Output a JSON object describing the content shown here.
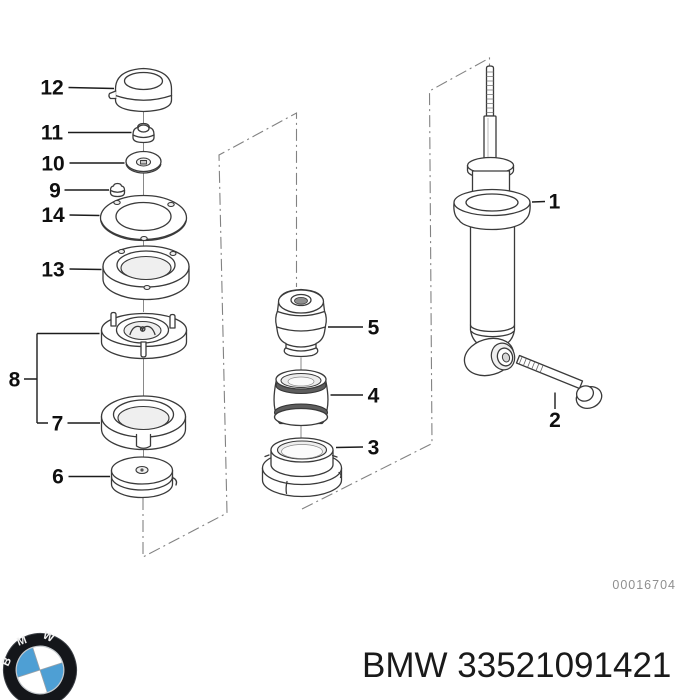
{
  "diagram": {
    "callouts": [
      {
        "label": "12"
      },
      {
        "label": "11"
      },
      {
        "label": "10"
      },
      {
        "label": "9"
      },
      {
        "label": "14"
      },
      {
        "label": "13"
      },
      {
        "label": "8"
      },
      {
        "label": "7"
      },
      {
        "label": "6"
      },
      {
        "label": "5"
      },
      {
        "label": "4"
      },
      {
        "label": "3"
      },
      {
        "label": "1"
      },
      {
        "label": "2"
      }
    ],
    "diagram_number": "00016704"
  },
  "footer": {
    "text": "BMW 33521091421"
  },
  "logo": {
    "letters": "BMW"
  },
  "colors": {
    "line": "#3a3a3a",
    "axis_line": "#828282",
    "label": "#0f0f0f",
    "diagram_number": "#8f8f8f",
    "footer_text": "#1a1a1a",
    "logo_blue": "#4e9fd4",
    "logo_black": "#14161a",
    "background": "#ffffff"
  }
}
